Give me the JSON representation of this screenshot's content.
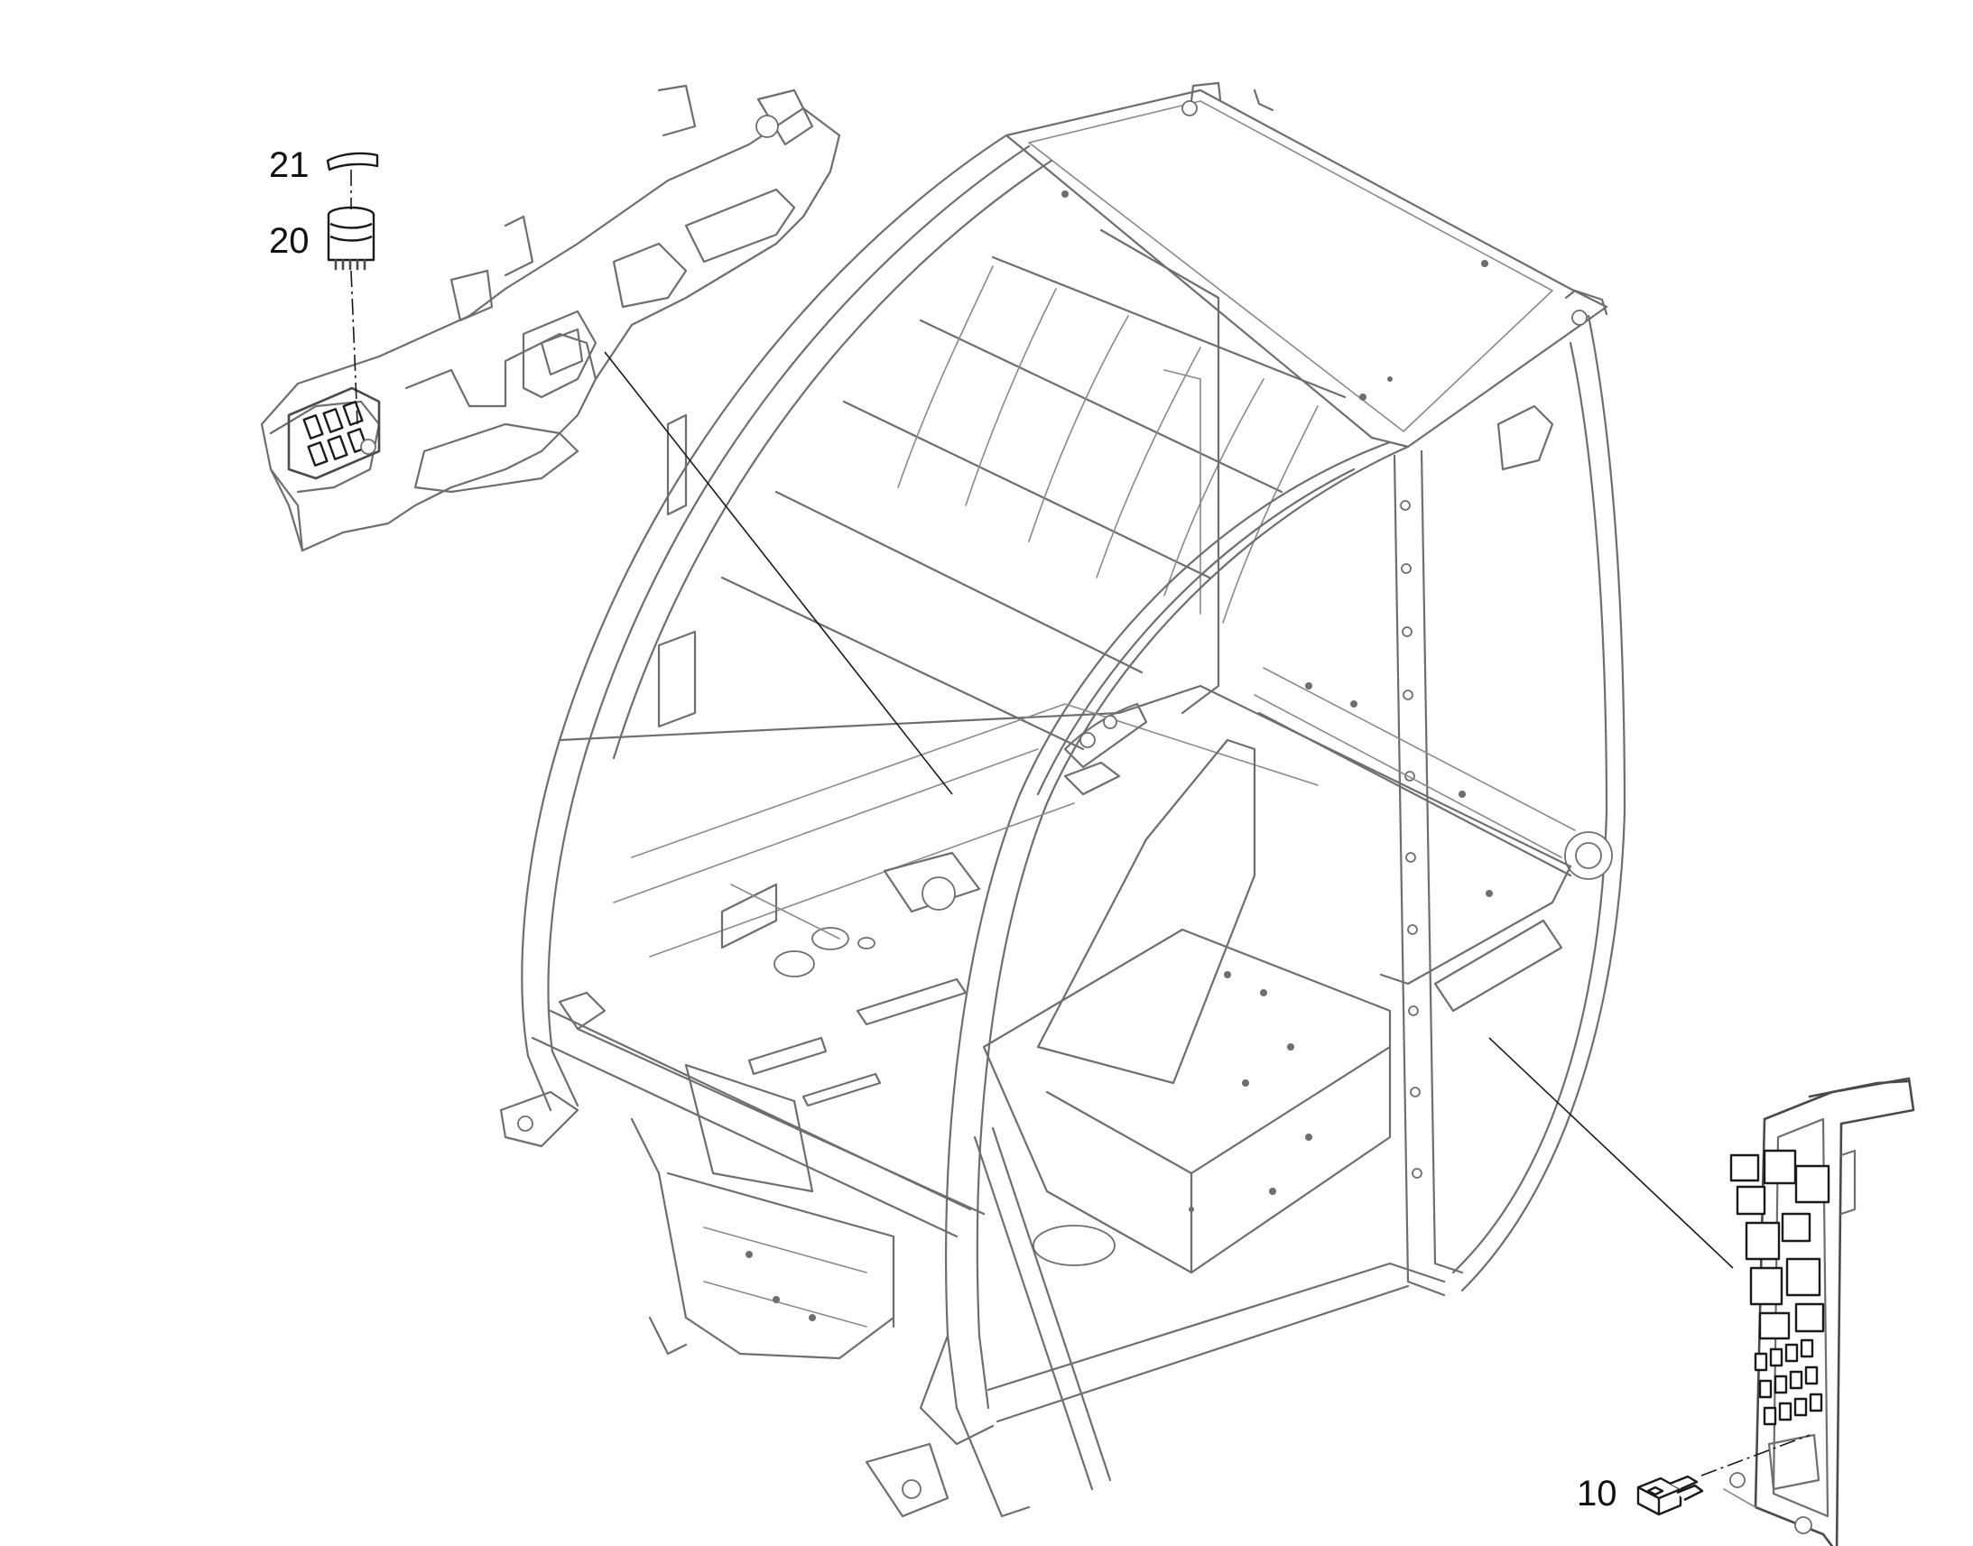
{
  "callouts": {
    "c21": "21",
    "c20": "20",
    "c10": "10"
  },
  "icons": {
    "cab": "cab-frame-icon",
    "dashboard": "dashboard-panel-icon",
    "fusebox": "fuse-relay-board-icon",
    "cap": "switch-cap-icon",
    "switch": "rocker-switch-icon",
    "fuse": "blade-fuse-icon"
  }
}
